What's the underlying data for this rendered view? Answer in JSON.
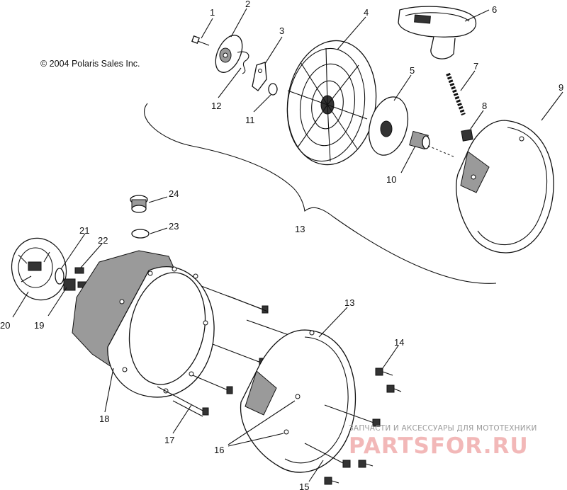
{
  "copyright": "© 2004 Polaris Sales Inc.",
  "callouts": [
    "1",
    "2",
    "3",
    "4",
    "5",
    "6",
    "7",
    "8",
    "9",
    "10",
    "11",
    "12",
    "13",
    "13",
    "14",
    "15",
    "16",
    "17",
    "18",
    "19",
    "20",
    "21",
    "22",
    "23",
    "24"
  ],
  "watermark": {
    "tagline": "ЗАПЧАСТИ И АКСЕССУАРЫ ДЛЯ МОТОТЕХНИКИ",
    "brand": "PARTSFOR.RU"
  }
}
